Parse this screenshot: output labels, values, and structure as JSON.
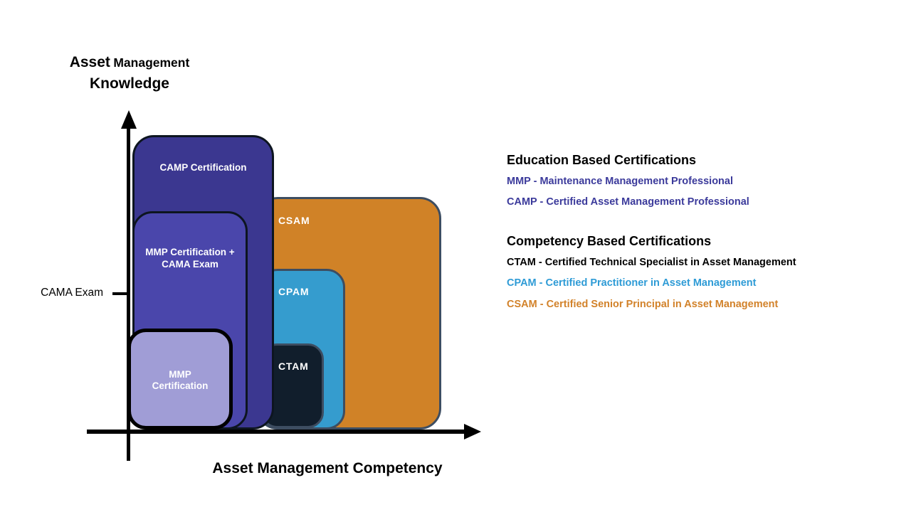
{
  "colors": {
    "axis-black": "#000000",
    "camp-fill": "#3B3790",
    "mmp-cama-fill": "#4A46AB",
    "mmp-fill": "#A09DD6",
    "csam-fill": "#D08227",
    "cpam-fill": "#359CCE",
    "ctam-fill": "#111E2C",
    "slate-border": "#3D4D61",
    "dark-border": "#0D1520"
  },
  "axes": {
    "y_label_asset": "Asset",
    "y_label_management": "Management",
    "y_label_knowledge": "Knowledge",
    "x_label": "Asset Management Competency",
    "cama_tick_label": "CAMA Exam"
  },
  "boxes": {
    "camp": {
      "label": "CAMP Certification",
      "fill": "#3B3790"
    },
    "mmp_cama": {
      "label": "MMP Certification +\nCAMA Exam",
      "fill": "#4A46AB"
    },
    "mmp": {
      "label": "MMP\nCertification",
      "fill": "#A09DD6"
    },
    "csam": {
      "label": "CSAM",
      "fill": "#D08227"
    },
    "cpam": {
      "label": "CPAM",
      "fill": "#359CCE"
    },
    "ctam": {
      "label": "CTAM",
      "fill": "#111E2C"
    }
  },
  "legend": {
    "education": {
      "heading": "Education Based Certifications",
      "items": [
        {
          "text": "MMP - Maintenance Management Professional",
          "color": "#3B3A9B"
        },
        {
          "text": "CAMP - Certified Asset Management Professional",
          "color": "#3B3A9B"
        }
      ]
    },
    "competency": {
      "heading": "Competency Based Certifications",
      "items": [
        {
          "text": "CTAM - Certified Technical Specialist in Asset Management",
          "color": "#000000"
        },
        {
          "text": "CPAM - Certified Practitioner in Asset Management",
          "color": "#2E9BD6"
        },
        {
          "text": "CSAM - Certified Senior Principal in Asset Management",
          "color": "#D2822A"
        }
      ]
    }
  }
}
